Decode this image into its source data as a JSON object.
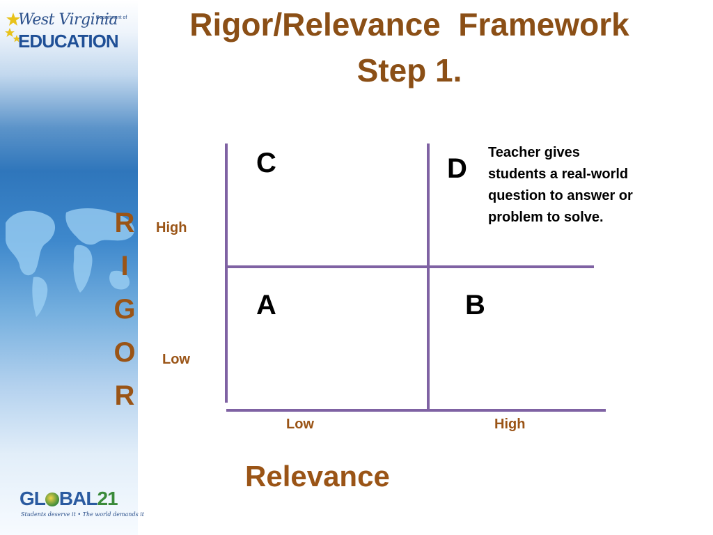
{
  "title": {
    "line1": "Rigor/Relevance  Framework",
    "line2": "Step 1."
  },
  "logos": {
    "wv_script": "West Virginia",
    "wv_dept": "Department of",
    "wv_education": "EDUCATION",
    "global": "GL",
    "global_rest": "BAL",
    "global_num": "21",
    "global_tagline": "Students deserve it • The world demands it"
  },
  "rigor_axis": {
    "letters": [
      "R",
      "I",
      "G",
      "O",
      "R"
    ],
    "high": "High",
    "low": "Low"
  },
  "relevance_axis": {
    "label": "Relevance",
    "low": "Low",
    "high": "High"
  },
  "quadrants": {
    "a": "A",
    "b": "B",
    "c": "C",
    "d": "D"
  },
  "note": "Teacher gives students a real-world question to answer or problem to solve.",
  "colors": {
    "title": "#8b4f16",
    "axis_label": "#9a5416",
    "grid_line": "#7f62a3"
  }
}
